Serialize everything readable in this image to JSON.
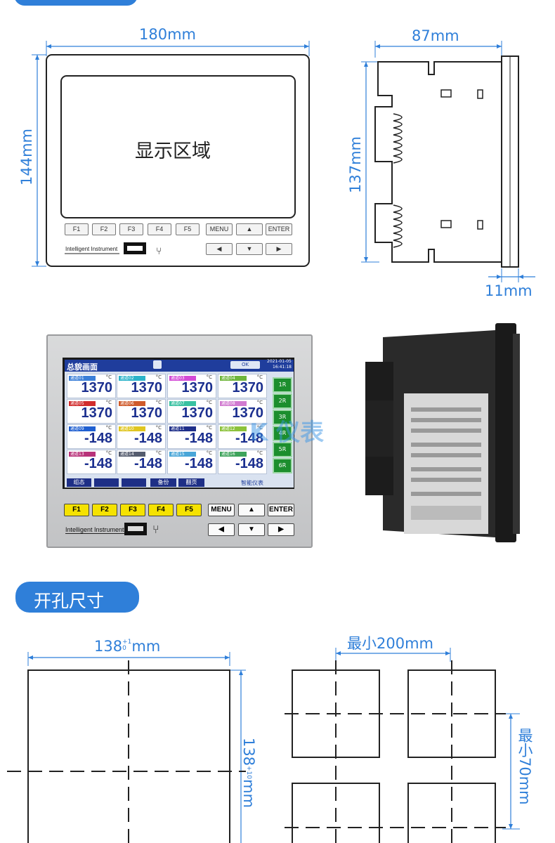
{
  "top_dims": {
    "width": "180mm",
    "height": "144mm",
    "depth": "87mm",
    "side_height": "137mm",
    "bezel": "11mm"
  },
  "front_panel": {
    "display_label": "显示区域",
    "fkeys": [
      "F1",
      "F2",
      "F3",
      "F4",
      "F5"
    ],
    "menu_label": "MENU",
    "enter_label": "ENTER",
    "brand_label": "Intelligent Instrument"
  },
  "photo_screen": {
    "title": "总貌画面",
    "ok_label": "OK",
    "date": "2021-01-05",
    "time": "16:41:18",
    "unit": "°C",
    "channels": [
      {
        "name": "通道01",
        "value": "1370",
        "color": "#3b7fd8"
      },
      {
        "name": "通道02",
        "value": "1370",
        "color": "#2bb3c9"
      },
      {
        "name": "通道03",
        "value": "1370",
        "color": "#d34ad6"
      },
      {
        "name": "通道04",
        "value": "1370",
        "color": "#6fb63b"
      },
      {
        "name": "通道05",
        "value": "1370",
        "color": "#d12d2d"
      },
      {
        "name": "通道06",
        "value": "1370",
        "color": "#cf5a2a"
      },
      {
        "name": "通道07",
        "value": "1370",
        "color": "#39c1a1"
      },
      {
        "name": "通道08",
        "value": "1370",
        "color": "#d17ad0"
      },
      {
        "name": "通道09",
        "value": "-148",
        "color": "#1f5fd1"
      },
      {
        "name": "通道10",
        "value": "-148",
        "color": "#e0c621"
      },
      {
        "name": "通道11",
        "value": "-148",
        "color": "#1f2f8a"
      },
      {
        "name": "通道12",
        "value": "-148",
        "color": "#8cc23b"
      },
      {
        "name": "通道13",
        "value": "-148",
        "color": "#b8337a"
      },
      {
        "name": "通道14",
        "value": "-148",
        "color": "#555c6e"
      },
      {
        "name": "通道15",
        "value": "-148",
        "color": "#49a6d8"
      },
      {
        "name": "通道16",
        "value": "-148",
        "color": "#3ea35b"
      }
    ],
    "side_buttons": [
      "1R",
      "2R",
      "3R",
      "4R",
      "5R",
      "6R"
    ],
    "tabs": [
      "组态",
      "",
      "",
      "备份",
      "翻页"
    ],
    "brand_text": "智能仪表",
    "watermark": "K 仪表"
  },
  "cutout": {
    "section_label": "开孔尺寸",
    "width_label": "138",
    "height_label": "138",
    "tolerance_top": "+1",
    "tolerance_bottom": "0",
    "mm": "mm",
    "min_horizontal": "最小200mm",
    "min_vertical": "最小70mm"
  }
}
